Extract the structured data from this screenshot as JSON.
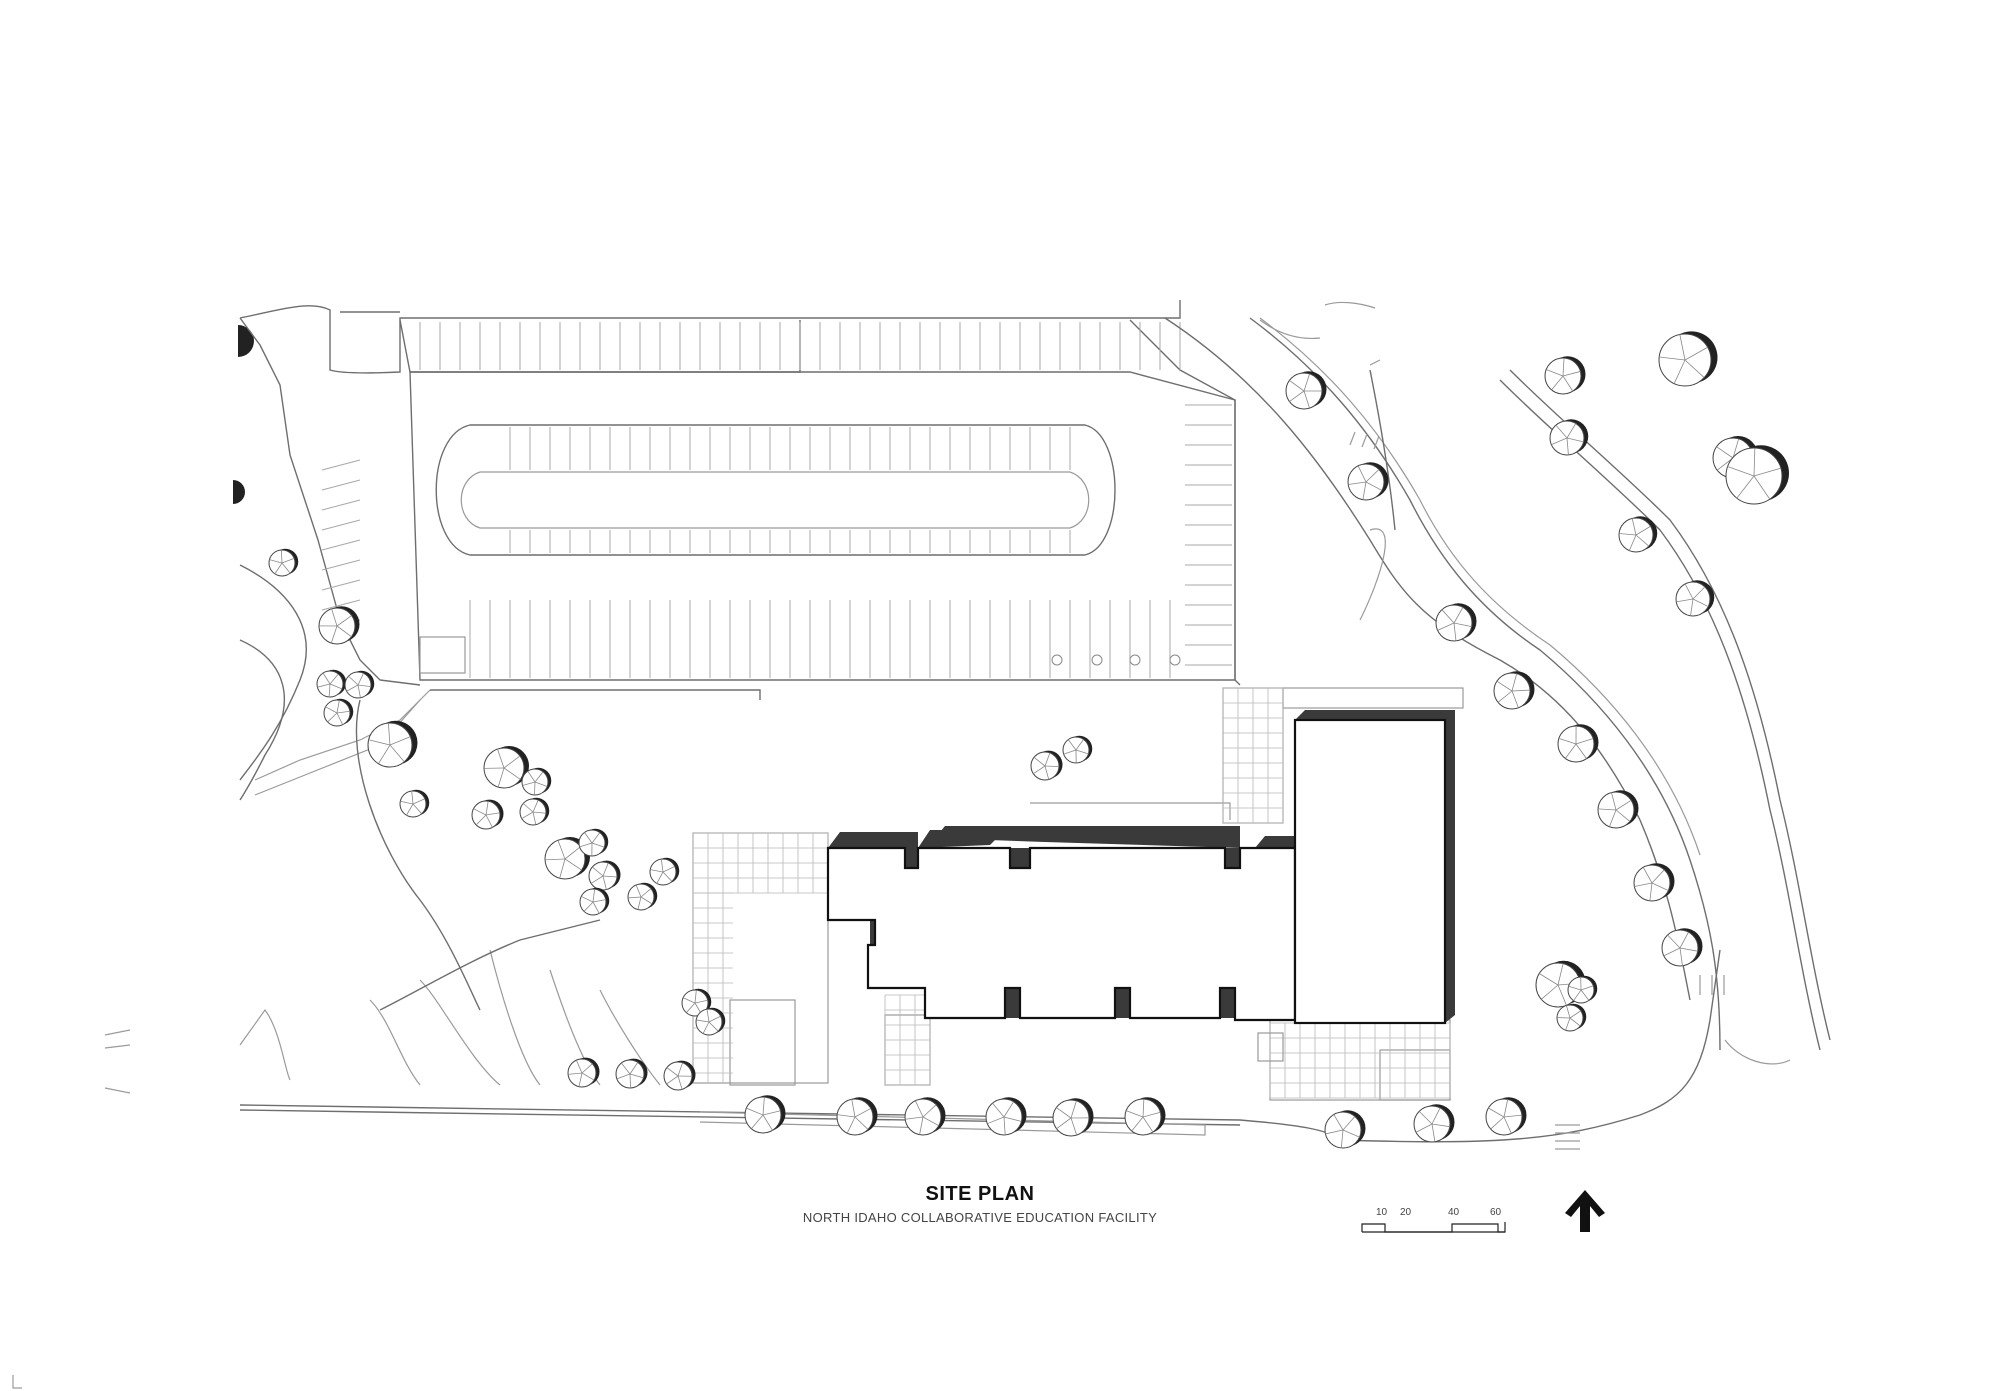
{
  "title": "SITE PLAN",
  "subtitle": "NORTH IDAHO COLLABORATIVE EDUCATION FACILITY",
  "scale_bar": {
    "labels": [
      "10",
      "20",
      "40",
      "60"
    ]
  },
  "north_arrow": {
    "icon": "north-arrow-icon"
  },
  "colors": {
    "building_shadow": "#3a3a3a",
    "linework": "#9a9a9a",
    "background": "#ffffff"
  }
}
